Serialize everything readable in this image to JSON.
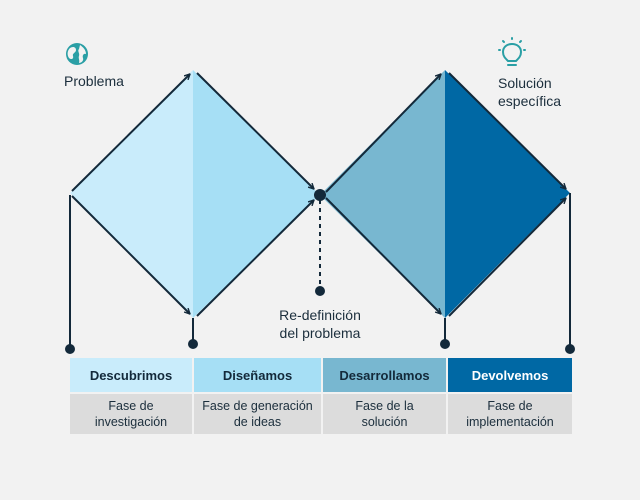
{
  "labels": {
    "problem": "Problema",
    "solution_line1": "Solución",
    "solution_line2": "específica",
    "redefinition_line1": "Re-definición",
    "redefinition_line2": "del problema"
  },
  "icons": {
    "problem": "globe-icon",
    "solution": "lightbulb-icon"
  },
  "colors": {
    "background": "#f2f2f2",
    "line": "#13293a",
    "icon": "#2a9fa5",
    "diamond1_left": "#c9ecfb",
    "diamond1_right": "#a6dff5",
    "diamond2_left": "#78b7d0",
    "diamond2_right": "#0068a4",
    "phase_body": "#dcdcdc"
  },
  "phases": [
    {
      "title": "Descubrimos",
      "desc_line1": "Fase de",
      "desc_line2": "investigación",
      "color": "#c9ecfb"
    },
    {
      "title": "Diseñamos",
      "desc_line1": "Fase de generación",
      "desc_line2": "de ideas",
      "color": "#a6dff5"
    },
    {
      "title": "Desarrollamos",
      "desc_line1": "Fase de la",
      "desc_line2": "solución",
      "color": "#78b7d0"
    },
    {
      "title": "Devolvemos",
      "desc_line1": "Fase de",
      "desc_line2": "implementación",
      "color": "#0068a4"
    }
  ]
}
